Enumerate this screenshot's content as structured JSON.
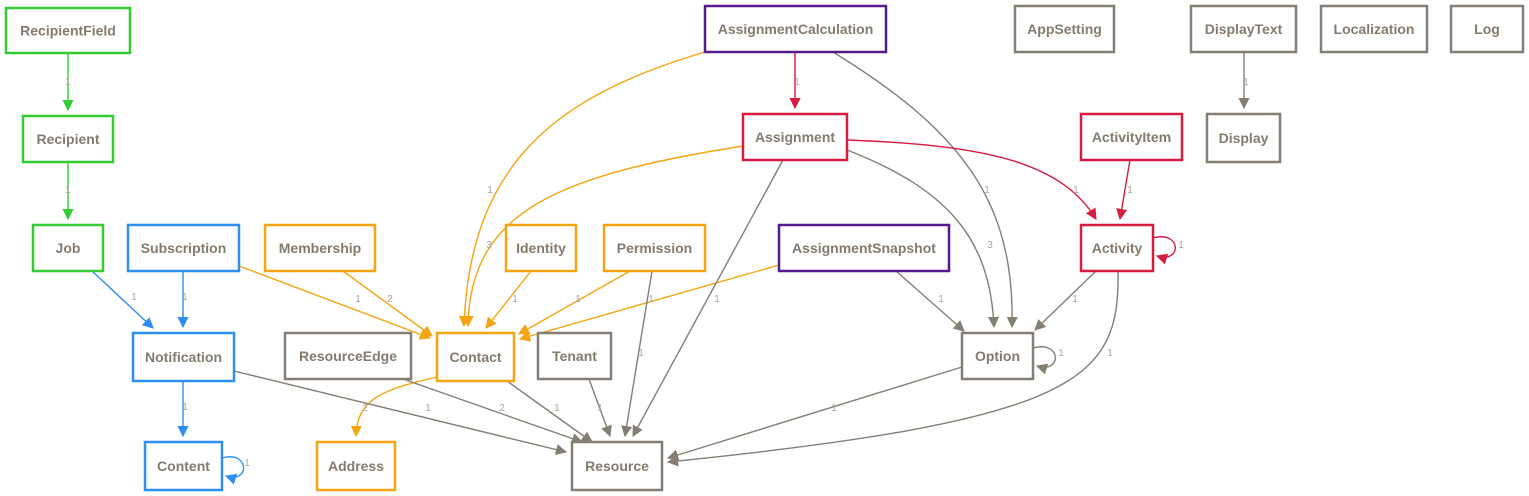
{
  "colors": {
    "green": "#33cc33",
    "blue": "#2f8ff0",
    "orange": "#f5a511",
    "gray": "#857e74",
    "red": "#d61a40",
    "purple": "#551a8b",
    "node_text": "#857a6e",
    "edge_label": "#aaa49c"
  },
  "nodes": [
    {
      "id": "RecipientField",
      "label": "RecipientField",
      "color": "green"
    },
    {
      "id": "Recipient",
      "label": "Recipient",
      "color": "green"
    },
    {
      "id": "Job",
      "label": "Job",
      "color": "green"
    },
    {
      "id": "Subscription",
      "label": "Subscription",
      "color": "blue"
    },
    {
      "id": "Notification",
      "label": "Notification",
      "color": "blue"
    },
    {
      "id": "Content",
      "label": "Content",
      "color": "blue"
    },
    {
      "id": "Membership",
      "label": "Membership",
      "color": "orange"
    },
    {
      "id": "Identity",
      "label": "Identity",
      "color": "orange"
    },
    {
      "id": "Permission",
      "label": "Permission",
      "color": "orange"
    },
    {
      "id": "Contact",
      "label": "Contact",
      "color": "orange"
    },
    {
      "id": "Address",
      "label": "Address",
      "color": "orange"
    },
    {
      "id": "ResourceEdge",
      "label": "ResourceEdge",
      "color": "gray"
    },
    {
      "id": "Tenant",
      "label": "Tenant",
      "color": "gray"
    },
    {
      "id": "Resource",
      "label": "Resource",
      "color": "gray"
    },
    {
      "id": "AssignmentCalculation",
      "label": "AssignmentCalculation",
      "color": "purple"
    },
    {
      "id": "Assignment",
      "label": "Assignment",
      "color": "red"
    },
    {
      "id": "AssignmentSnapshot",
      "label": "AssignmentSnapshot",
      "color": "purple"
    },
    {
      "id": "Option",
      "label": "Option",
      "color": "gray"
    },
    {
      "id": "AppSetting",
      "label": "AppSetting",
      "color": "gray"
    },
    {
      "id": "DisplayText",
      "label": "DisplayText",
      "color": "gray"
    },
    {
      "id": "Display",
      "label": "Display",
      "color": "gray"
    },
    {
      "id": "Localization",
      "label": "Localization",
      "color": "gray"
    },
    {
      "id": "Log",
      "label": "Log",
      "color": "gray"
    },
    {
      "id": "ActivityItem",
      "label": "ActivityItem",
      "color": "red"
    },
    {
      "id": "Activity",
      "label": "Activity",
      "color": "red"
    }
  ],
  "edges": [
    {
      "from": "RecipientField",
      "to": "Recipient",
      "label": "1",
      "color": "green"
    },
    {
      "from": "Recipient",
      "to": "Job",
      "label": "1",
      "color": "green"
    },
    {
      "from": "Job",
      "to": "Notification",
      "label": "1",
      "color": "blue"
    },
    {
      "from": "Subscription",
      "to": "Notification",
      "label": "1",
      "color": "blue"
    },
    {
      "from": "Notification",
      "to": "Content",
      "label": "1",
      "color": "blue"
    },
    {
      "from": "Content",
      "to": "Content",
      "label": "1",
      "color": "blue"
    },
    {
      "from": "Subscription",
      "to": "Contact",
      "label": "1",
      "color": "orange"
    },
    {
      "from": "Membership",
      "to": "Contact",
      "label": "2",
      "color": "orange"
    },
    {
      "from": "Identity",
      "to": "Contact",
      "label": "1",
      "color": "orange"
    },
    {
      "from": "Permission",
      "to": "Contact",
      "label": "1",
      "color": "orange"
    },
    {
      "from": "AssignmentSnapshot",
      "to": "Contact",
      "label": "1",
      "color": "orange"
    },
    {
      "from": "AssignmentCalculation",
      "to": "Contact",
      "label": "1",
      "color": "orange"
    },
    {
      "from": "Assignment",
      "to": "Contact",
      "label": "3",
      "color": "orange"
    },
    {
      "from": "Contact",
      "to": "Address",
      "label": "2",
      "color": "orange"
    },
    {
      "from": "Notification",
      "to": "Resource",
      "label": "1",
      "color": "gray"
    },
    {
      "from": "ResourceEdge",
      "to": "Resource",
      "label": "2",
      "color": "gray"
    },
    {
      "from": "Contact",
      "to": "Resource",
      "label": "1",
      "color": "gray"
    },
    {
      "from": "Tenant",
      "to": "Resource",
      "label": "1",
      "color": "gray"
    },
    {
      "from": "Permission",
      "to": "Resource",
      "label": "1",
      "color": "gray"
    },
    {
      "from": "Assignment",
      "to": "Resource",
      "label": "1",
      "color": "gray"
    },
    {
      "from": "Option",
      "to": "Resource",
      "label": "1",
      "color": "gray"
    },
    {
      "from": "Activity",
      "to": "Resource",
      "label": "1",
      "color": "gray"
    },
    {
      "from": "AssignmentCalculation",
      "to": "Assignment",
      "label": "1",
      "color": "red"
    },
    {
      "from": "AssignmentCalculation",
      "to": "Option",
      "label": "1",
      "color": "gray"
    },
    {
      "from": "Assignment",
      "to": "Option",
      "label": "3",
      "color": "gray"
    },
    {
      "from": "AssignmentSnapshot",
      "to": "Option",
      "label": "1",
      "color": "gray"
    },
    {
      "from": "Option",
      "to": "Option",
      "label": "1",
      "color": "gray"
    },
    {
      "from": "Activity",
      "to": "Option",
      "label": "1",
      "color": "gray"
    },
    {
      "from": "Assignment",
      "to": "Activity",
      "label": "1",
      "color": "red"
    },
    {
      "from": "ActivityItem",
      "to": "Activity",
      "label": "1",
      "color": "red"
    },
    {
      "from": "Activity",
      "to": "Activity",
      "label": "1",
      "color": "red"
    },
    {
      "from": "DisplayText",
      "to": "Display",
      "label": "1",
      "color": "gray"
    }
  ]
}
